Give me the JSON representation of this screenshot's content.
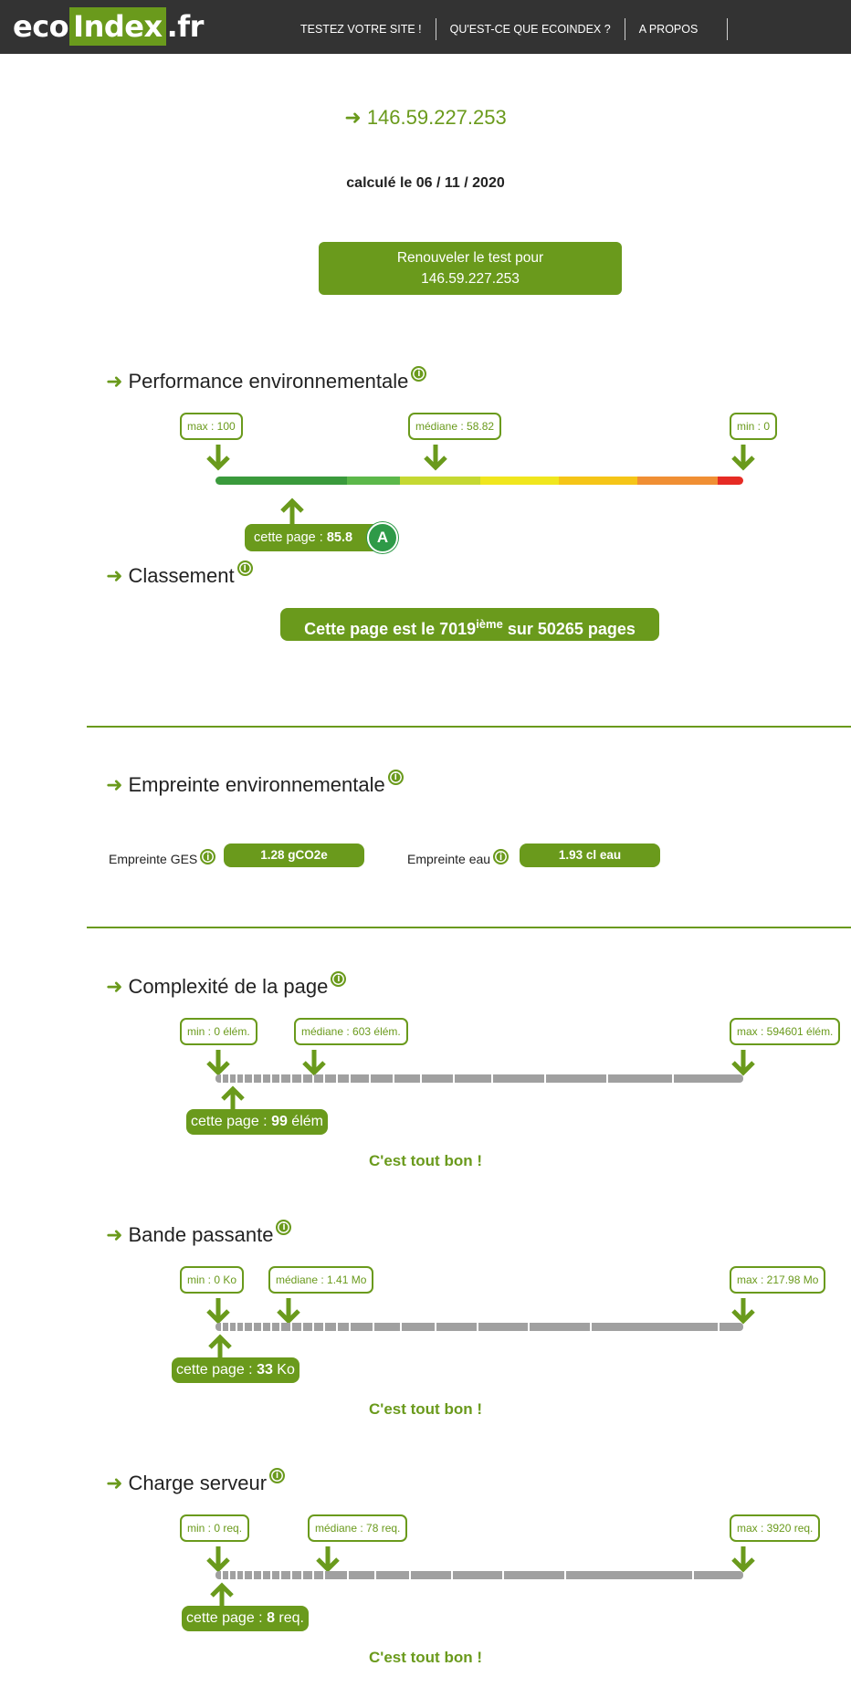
{
  "header": {
    "logo_eco": "eco",
    "logo_index": "Index",
    "logo_fr": ".fr",
    "nav": [
      "TESTEZ VOTRE SITE !",
      "QU'EST-CE QUE ECOINDEX ?",
      "A PROPOS"
    ]
  },
  "result": {
    "url_arrow": "➜",
    "url": "146.59.227.253",
    "calculated": "calculé le 06 / 11 / 2020",
    "renew_line1": "Renouveler le test pour",
    "renew_line2": "146.59.227.253"
  },
  "performance": {
    "title": "Performance environnementale",
    "max_label": "max : 100",
    "median_label": "médiane : 58.82",
    "min_label": "min : 0",
    "page_label": "cette page : ",
    "page_score": "85.8",
    "grade": "A",
    "scale_colors": [
      "#3a9a3c",
      "#5cb84a",
      "#c5d832",
      "#f0e61e",
      "#f5c518",
      "#f08f34",
      "#e62b24"
    ]
  },
  "ranking": {
    "title": "Classement",
    "prefix": "Cette page est le ",
    "rank": "7019",
    "suffix_sup": "ième",
    "rest": " sur 50265 pages"
  },
  "footprint": {
    "title": "Empreinte environnementale",
    "ges_label": "Empreinte GES",
    "ges_value": "1.28 gCO2e",
    "water_label": "Empreinte eau",
    "water_value": "1.93 cl eau"
  },
  "complexity": {
    "title": "Complexité de la page",
    "min_label": "min : 0 élém.",
    "median_label": "médiane : 603 élém.",
    "max_label": "max : 594601 élém.",
    "page_prefix": "cette page : ",
    "page_value": "99",
    "page_unit": " élém",
    "ok": "C'est tout bon !"
  },
  "bandwidth": {
    "title": "Bande passante",
    "min_label": "min : 0 Ko",
    "median_label": "médiane : 1.41 Mo",
    "max_label": "max : 217.98 Mo",
    "page_prefix": "cette page : ",
    "page_value": "33",
    "page_unit": " Ko",
    "ok": "C'est tout bon !"
  },
  "server": {
    "title": "Charge serveur",
    "min_label": "min : 0 req.",
    "median_label": "médiane : 78 req.",
    "max_label": "max : 3920 req.",
    "page_prefix": "cette page : ",
    "page_value": "8",
    "page_unit": " req.",
    "ok": "C'est tout bon !"
  },
  "icons": {
    "section_arrow": "➜",
    "info": "i"
  }
}
